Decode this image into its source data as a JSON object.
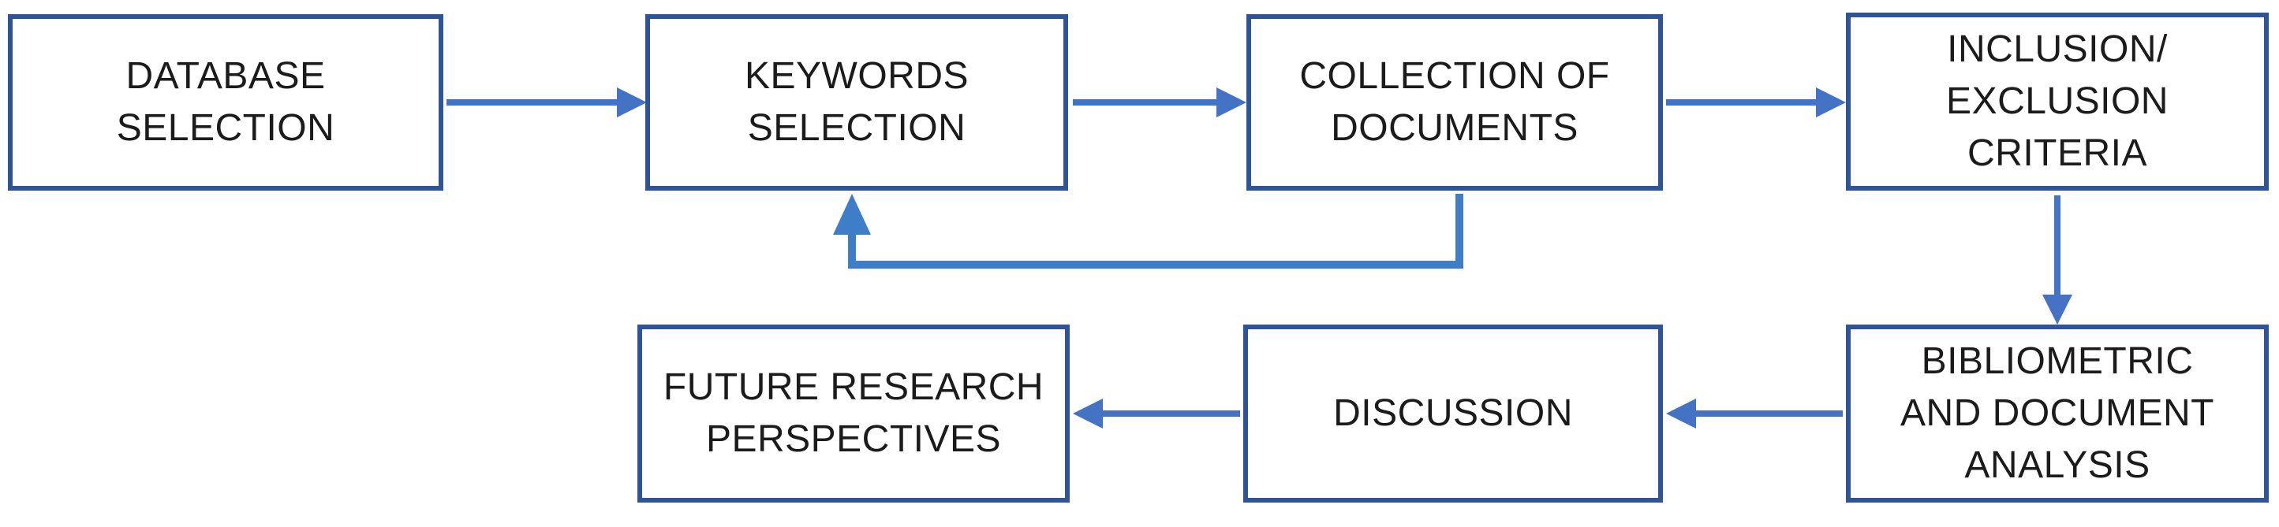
{
  "diagram": {
    "type": "flowchart",
    "nodes": [
      {
        "id": "database-selection",
        "lines": [
          "DATABASE",
          "SELECTION"
        ]
      },
      {
        "id": "keywords-selection",
        "lines": [
          "KEYWORDS",
          "SELECTION"
        ]
      },
      {
        "id": "collection-of-documents",
        "lines": [
          "COLLECTION OF",
          "DOCUMENTS"
        ]
      },
      {
        "id": "inclusion-exclusion-criteria",
        "lines": [
          "INCLUSION/",
          "EXCLUSION",
          "CRITERIA"
        ]
      },
      {
        "id": "bibliometric-and-document-analysis",
        "lines": [
          "BIBLIOMETRIC",
          "AND DOCUMENT",
          "ANALYSIS"
        ]
      },
      {
        "id": "discussion",
        "lines": [
          "DISCUSSION"
        ]
      },
      {
        "id": "future-research-perspectives",
        "lines": [
          "FUTURE RESEARCH",
          "PERSPECTIVES"
        ]
      }
    ],
    "edges": [
      {
        "from": "DATABASE SELECTION",
        "to": "KEYWORDS SELECTION",
        "direction": "right"
      },
      {
        "from": "KEYWORDS SELECTION",
        "to": "COLLECTION OF DOCUMENTS",
        "direction": "right"
      },
      {
        "from": "COLLECTION OF DOCUMENTS",
        "to": "INCLUSION/EXCLUSION CRITERIA",
        "direction": "right"
      },
      {
        "from": "COLLECTION OF DOCUMENTS",
        "to": "KEYWORDS SELECTION",
        "direction": "up",
        "style": "feedback-loop-down-left-up"
      },
      {
        "from": "INCLUSION/EXCLUSION CRITERIA",
        "to": "BIBLIOMETRIC AND DOCUMENT ANALYSIS",
        "direction": "down"
      },
      {
        "from": "BIBLIOMETRIC AND DOCUMENT ANALYSIS",
        "to": "DISCUSSION",
        "direction": "left"
      },
      {
        "from": "DISCUSSION",
        "to": "FUTURE RESEARCH PERSPECTIVES",
        "direction": "left"
      }
    ],
    "colors": {
      "box_border": "#2F5597",
      "box_fill": "#FFFFFF",
      "text": "#1B1B1B",
      "connector": "#4472C4",
      "loop_connector": "#3E7DC7"
    }
  }
}
